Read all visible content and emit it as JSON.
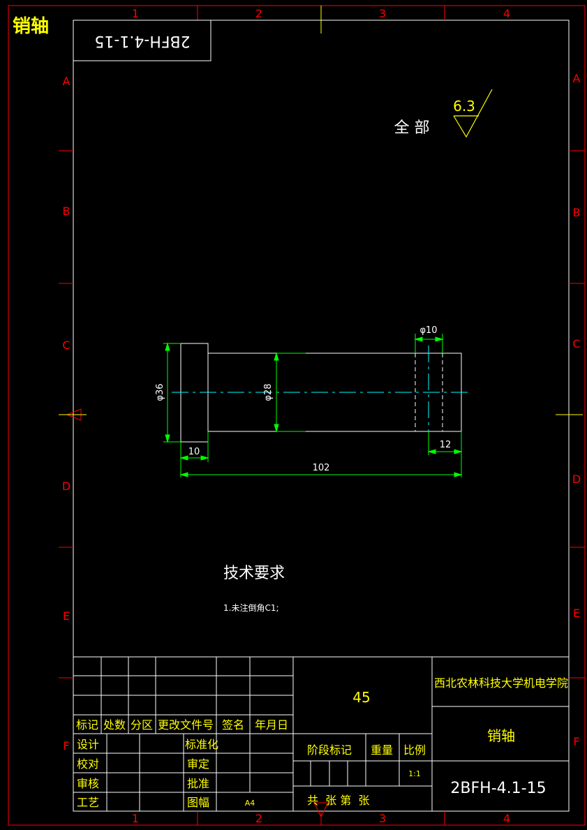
{
  "drawing_title": "销轴",
  "rotated_code": "2BFH-4.1-15",
  "roughness": {
    "label": "全 部",
    "value": "6.3"
  },
  "zones": {
    "columns": [
      "1",
      "2",
      "3",
      "4"
    ],
    "rows": [
      "A",
      "B",
      "C",
      "D",
      "E",
      "F"
    ]
  },
  "dimensions": {
    "d_head": "φ36",
    "d_shaft": "φ28",
    "d_hole": "φ10",
    "head_len": "10",
    "hole_pos": "12",
    "total_len": "102"
  },
  "tech_req": {
    "title": "技术要求",
    "items": [
      "1.未注倒角C1;"
    ]
  },
  "title_block": {
    "material": "45",
    "school": "西北农林科技大学机电学院",
    "part_name": "销轴",
    "part_code": "2BFH-4.1-15",
    "rev_headers": [
      "标记",
      "处数",
      "分区",
      "更改文件号",
      "签名",
      "年月日"
    ],
    "roles_left": [
      "设计",
      "校对",
      "审核",
      "工艺"
    ],
    "roles_right": [
      "标准化",
      "审定",
      "批准",
      "图幅"
    ],
    "sheet_size": "A4",
    "stage_label": "阶段标记",
    "weight_label": "重量",
    "scale_label": "比例",
    "scale_value": "1:1",
    "sheet_info": "共  张 第  张"
  },
  "colors": {
    "frame": "#ff0000",
    "line": "#ffffff",
    "dimension": "#00ff00",
    "center": "#00ffff",
    "text": "#ffff00"
  }
}
